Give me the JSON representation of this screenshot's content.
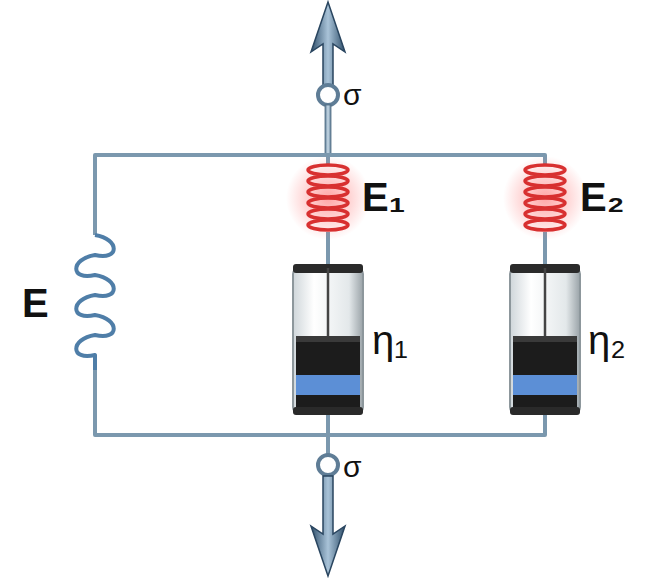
{
  "diagram": {
    "labels": [
      "σ",
      "σ",
      "E",
      "E₁",
      "η₁",
      "E₂",
      "η₂"
    ]
  }
}
